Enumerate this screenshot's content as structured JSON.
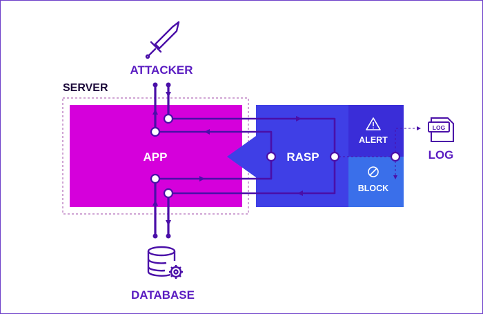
{
  "labels": {
    "attacker": "ATTACKER",
    "server": "SERVER",
    "app": "APP",
    "rasp": "RASP",
    "alert": "ALERT",
    "block": "BLOCK",
    "log": "LOG",
    "log_icon_text": "LOG",
    "database": "DATABASE"
  },
  "icons": {
    "attacker": "sword-icon",
    "alert": "warning-triangle-icon",
    "block": "prohibited-icon",
    "log": "log-file-icon",
    "database": "database-gear-icon"
  },
  "colors": {
    "purple_dark": "#4a0fa8",
    "purple_label": "#5a1cc1",
    "app_fill": "#d500db",
    "rasp_fill": "#3f3fe6",
    "rasp_panel": "#4a2fd6",
    "block_panel": "#3a6fea",
    "server_border": "#a04aa8"
  }
}
